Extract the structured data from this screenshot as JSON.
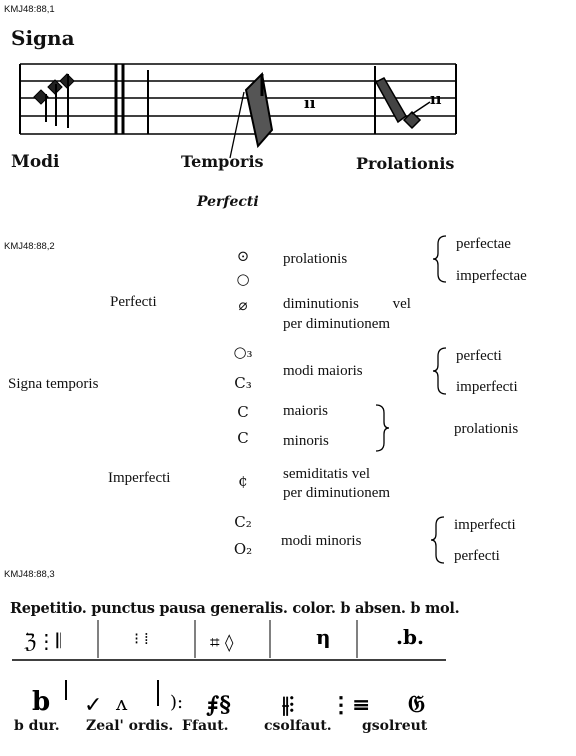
{
  "s1": {
    "tag": "KMJ48:88,1",
    "signa": "Signa",
    "modi": "Modi",
    "temporis": "Temporis",
    "perfecti": "Perfecti",
    "prolationis": "Prolationis"
  },
  "s2": {
    "tag": "KMJ48:88,2",
    "signa_temporis": "Signa temporis",
    "perfecti": "Perfecti",
    "imperfecti": "Imperfecti",
    "sym1": "⊙",
    "sym2": "○",
    "sym3": "⌀",
    "sym4": "○₃",
    "sym5": "C₃",
    "sym6": "C",
    "sym7": "C",
    "sym8": "¢",
    "sym9": "C₂",
    "sym10": "O₂",
    "prolationis_a": "prolationis",
    "perfectae": "perfectae",
    "imperfectae": "imperfectae",
    "dimin_1": "diminutionis vel",
    "dimin_2": "per diminutionem",
    "modi_maioris": "modi maioris",
    "perfecti_b": "perfecti",
    "imperfecti_b": "imperfecti",
    "maioris": "maioris",
    "minoris": "minoris",
    "prolationis_b": "prolationis",
    "semid_1": "semiditatis vel",
    "semid_2": "per diminutionem",
    "modi_minoris": "modi minoris",
    "imperfecti_c": "imperfecti",
    "perfecti_c": "perfecti"
  },
  "s3": {
    "tag": "KMJ48:88,3",
    "header": "Repetitio. punctus pausa generalis. color. b absen. b mol.",
    "labels": {
      "bdur": "b dur.",
      "zeal": "Zeal' ordis.",
      "ffaut": "Ffaut.",
      "csolfaut": "csolfaut.",
      "gsolreut": "gsolreut"
    }
  }
}
